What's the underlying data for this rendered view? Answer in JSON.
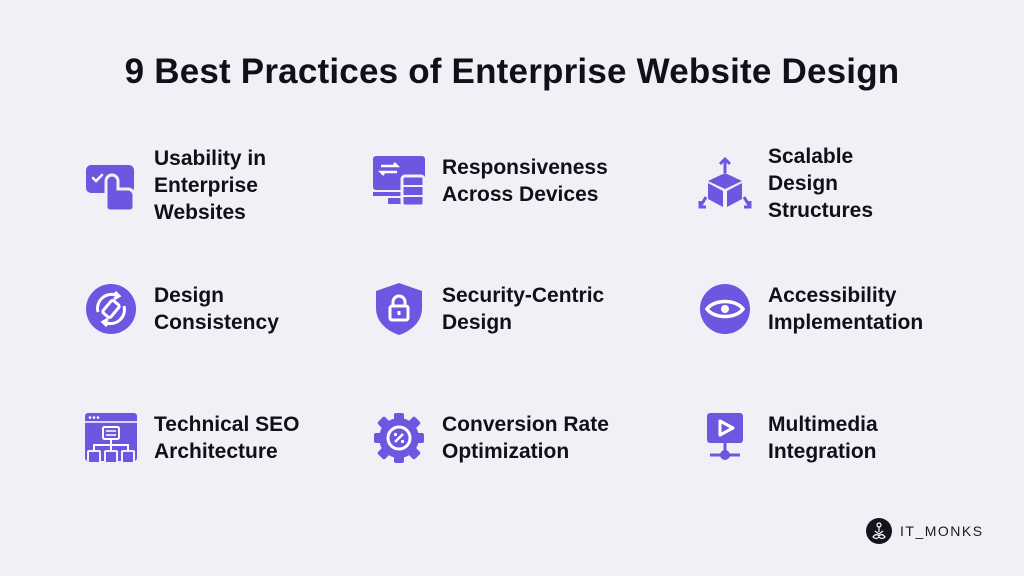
{
  "title": "9 Best Practices of Enterprise Website Design",
  "accent_color": "#6b57e0",
  "items": [
    {
      "icon": "touch-hand-icon",
      "lines": [
        "Usability in",
        "Enterprise",
        "Websites"
      ]
    },
    {
      "icon": "responsive-devices-icon",
      "lines": [
        "Responsiveness",
        "Across Devices"
      ]
    },
    {
      "icon": "scalable-cube-icon",
      "lines": [
        "Scalable",
        "Design",
        "Structures"
      ]
    },
    {
      "icon": "sync-consistency-icon",
      "lines": [
        "Design",
        "Consistency"
      ]
    },
    {
      "icon": "shield-lock-icon",
      "lines": [
        "Security-Centric",
        "Design"
      ]
    },
    {
      "icon": "eye-icon",
      "lines": [
        "Accessibility",
        "Implementation"
      ]
    },
    {
      "icon": "sitemap-browser-icon",
      "lines": [
        "Technical SEO",
        "Architecture"
      ]
    },
    {
      "icon": "gear-percent-icon",
      "lines": [
        "Conversion Rate",
        "Optimization"
      ]
    },
    {
      "icon": "video-network-icon",
      "lines": [
        "Multimedia",
        "Integration"
      ]
    }
  ],
  "brand": {
    "name": "IT_MONKS"
  }
}
